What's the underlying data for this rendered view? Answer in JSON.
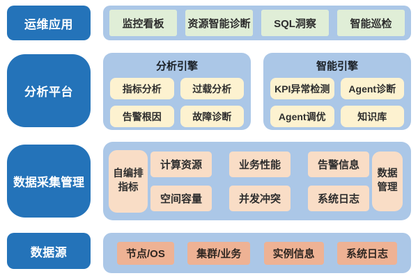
{
  "colors": {
    "layer_label_blue": "#2473b9",
    "container_blue": "#abc7e7",
    "ops_item_green": "#e0eed7",
    "engine_item_cream": "#fdf2d0",
    "collect_item_peach": "#f9ddc6",
    "source_item_salmon": "#eeb294",
    "label_text": "#ffffff",
    "item_text": "#2d2d2d",
    "engine_title_text": "#1b2026"
  },
  "layers": {
    "ops": {
      "label": "运维应用",
      "items": [
        "监控看板",
        "资源智能诊断",
        "SQL洞察",
        "智能巡检"
      ]
    },
    "analysis": {
      "label": "分析平台",
      "engines": [
        {
          "title": "分析引擎",
          "items": [
            "指标分析",
            "过载分析",
            "告警根因",
            "故障诊断"
          ]
        },
        {
          "title": "智能引擎",
          "items": [
            "KPI异常检测",
            "Agent诊断",
            "Agent调优",
            "知识库"
          ]
        }
      ]
    },
    "collection": {
      "label": "数据采集管理",
      "left_item": "自编排\n指标",
      "items": [
        "计算资源",
        "业务性能",
        "告警信息",
        "空间容量",
        "并发冲突",
        "系统日志"
      ],
      "right_item": "数据\n管理"
    },
    "source": {
      "label": "数据源",
      "items": [
        "节点/OS",
        "集群/业务",
        "实例信息",
        "系统日志"
      ]
    }
  }
}
